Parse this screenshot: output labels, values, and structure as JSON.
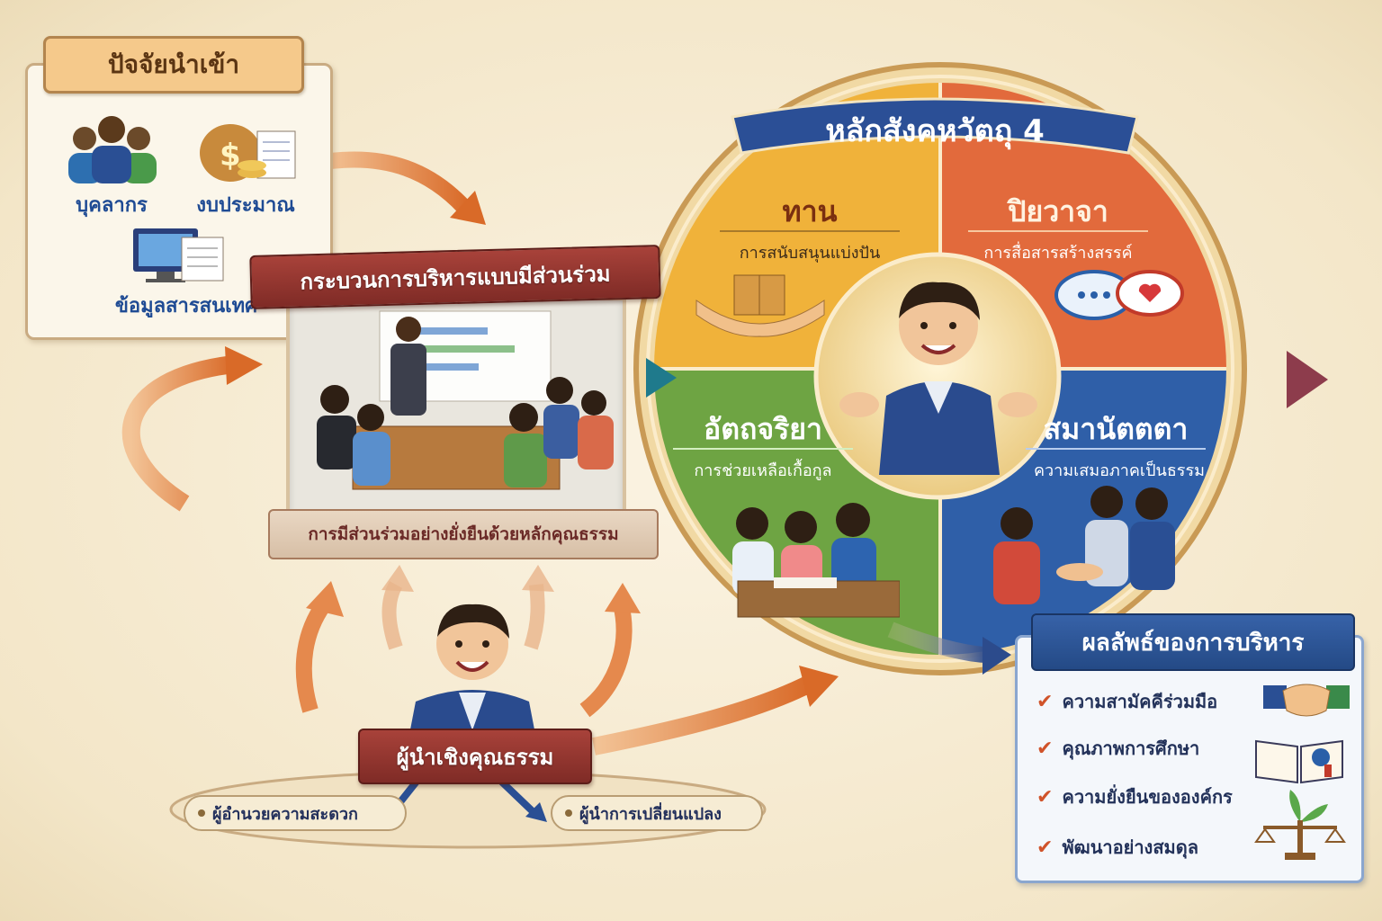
{
  "inputs": {
    "title": "ปัจจัยนำเข้า",
    "items": [
      "บุคลากร",
      "งบประมาณ",
      "ข้อมูลสารสนเทศ"
    ]
  },
  "process": {
    "title": "กระบวนการบริหารแบบมีส่วนร่วม",
    "caption": "การมีส่วนร่วมอย่างยั่งยืนด้วยหลักคุณธรรม"
  },
  "leader": {
    "title": "ผู้นำเชิงคุณธรรม",
    "left_role": "ผู้อำนวยความสะดวก",
    "right_role": "ผู้นำการเปลี่ยนแปลง"
  },
  "principles": {
    "title": "หลักสังคหวัตถุ 4",
    "quadrants": [
      {
        "name": "ทาน",
        "desc": "การสนับสนุนแบ่งปัน"
      },
      {
        "name": "ปิยวาจา",
        "desc": "การสื่อสารสร้างสรรค์"
      },
      {
        "name": "อัตถจริยา",
        "desc": "การช่วยเหลือเกื้อกูล"
      },
      {
        "name": "สมานัตตตา",
        "desc": "ความเสมอภาคเป็นธรรม"
      }
    ]
  },
  "results": {
    "title": "ผลลัพธ์ของการบริหาร",
    "items": [
      "ความสามัคคีร่วมมือ",
      "คุณภาพการศึกษา",
      "ความยั่งยืนขององค์กร",
      "พัฒนาอย่างสมดุล"
    ]
  },
  "colors": {
    "gold": "#f0b23a",
    "red": "#e06a3a",
    "green": "#6aa23e",
    "blue": "#2f5fa8",
    "navy_banner": "#2b4f96",
    "maroon_ribbon": "#8f352f",
    "arrow_orange": "#e07a35"
  }
}
